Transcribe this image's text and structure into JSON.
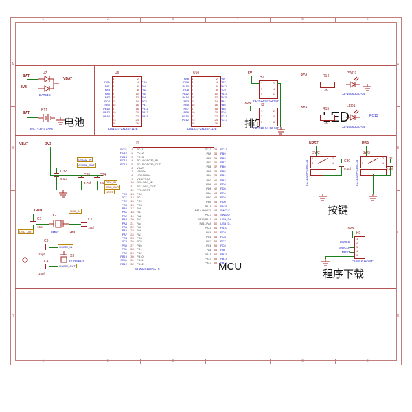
{
  "frame": {
    "cols": [
      "1",
      "2",
      "3",
      "4",
      "5",
      "6"
    ],
    "rows": [
      "A",
      "B",
      "C",
      "D"
    ]
  },
  "sections": {
    "battery": {
      "label": "电池"
    },
    "headers": {
      "label": "排针"
    },
    "led": {
      "label": "LED"
    },
    "mcu": {
      "label": "MCU"
    },
    "keys": {
      "label": "按键"
    },
    "download": {
      "label": "程序下载"
    }
  },
  "battery": {
    "u7": {
      "ref": "U7",
      "part": "BAT54C",
      "in1": "BAT",
      "in2": "3V3",
      "out": "VBAT"
    },
    "bt1": {
      "ref": "BT1",
      "part": "BS-12-B3AA005",
      "net": "BAT"
    }
  },
  "u9": {
    "ref": "U9",
    "part": "DS1021-2x13SF11-B",
    "rows": [
      {
        "l": "",
        "a": "1",
        "b": "2",
        "r": ""
      },
      {
        "l": "PC1",
        "a": "3",
        "b": "4",
        "r": "PC0"
      },
      {
        "l": "PA1",
        "a": "5",
        "b": "6",
        "r": "PA0"
      },
      {
        "l": "PA3",
        "a": "7",
        "b": "8",
        "r": "PA2"
      },
      {
        "l": "PA5",
        "a": "9",
        "b": "10",
        "r": "PA4"
      },
      {
        "l": "PA7",
        "a": "11",
        "b": "12",
        "r": "PA6"
      },
      {
        "l": "PC4",
        "a": "13",
        "b": "14",
        "r": "PC5"
      },
      {
        "l": "PB0",
        "a": "15",
        "b": "16",
        "r": "PB1"
      },
      {
        "l": "PB10",
        "a": "17",
        "b": "18",
        "r": "PB11"
      },
      {
        "l": "PB12",
        "a": "19",
        "b": "20",
        "r": "PB13"
      },
      {
        "l": "PB14",
        "a": "21",
        "b": "22",
        "r": "PB15"
      },
      {
        "l": "",
        "a": "23",
        "b": "24",
        "r": ""
      },
      {
        "l": "",
        "a": "25",
        "b": "26",
        "r": ""
      }
    ]
  },
  "u10": {
    "ref": "U10",
    "part": "DS1021-2x13SF11-B",
    "rows": [
      {
        "l": "PA8",
        "a": "1",
        "b": "2",
        "r": "PA9"
      },
      {
        "l": "PC6",
        "a": "3",
        "b": "4",
        "r": "PC7"
      },
      {
        "l": "PA10",
        "a": "5",
        "b": "6",
        "r": "PA11"
      },
      {
        "l": "PC8",
        "a": "7",
        "b": "8",
        "r": "PC9"
      },
      {
        "l": "PA12",
        "a": "9",
        "b": "10",
        "r": "PA13"
      },
      {
        "l": "PA14",
        "a": "11",
        "b": "12",
        "r": "PA15"
      },
      {
        "l": "PB3",
        "a": "13",
        "b": "14",
        "r": "PB4"
      },
      {
        "l": "PB5",
        "a": "15",
        "b": "16",
        "r": "PB6"
      },
      {
        "l": "PB7",
        "a": "17",
        "b": "18",
        "r": "PB8"
      },
      {
        "l": "PB9",
        "a": "19",
        "b": "20",
        "r": "PD2"
      },
      {
        "l": "PC10",
        "a": "21",
        "b": "22",
        "r": "PC11"
      },
      {
        "l": "PC12",
        "a": "23",
        "b": "24",
        "r": "PC13"
      },
      {
        "l": "",
        "a": "25",
        "b": "26",
        "r": ""
      }
    ]
  },
  "headers": {
    "h2": {
      "ref": "H2",
      "net": "5V"
    },
    "h3": {
      "ref": "H3",
      "net": "3V3"
    },
    "part": "FD-P22-54-02-03P",
    "rows": [
      {
        "a": "1",
        "b": "2"
      },
      {
        "a": "3",
        "b": "4"
      },
      {
        "a": "5",
        "b": "6"
      }
    ]
  },
  "led": {
    "r1": {
      "net": "3V3",
      "rref": "R14",
      "rval": "1k",
      "dref": "PWR1",
      "part": "XL-1608UGC-04"
    },
    "r2": {
      "net": "3V3",
      "rref": "R15",
      "rval": "1k",
      "dref": "LED1",
      "part": "XL-1608UGC-04",
      "out": "PC13"
    }
  },
  "mcu": {
    "u1": {
      "ref": "U1",
      "part": "STM32F103RCT6",
      "left": [
        {
          "n": "1",
          "p": "PC11",
          "e": "PC11"
        },
        {
          "n": "2",
          "p": "PC12",
          "e": "PC12"
        },
        {
          "n": "3",
          "p": "PC13",
          "e": "PC13"
        },
        {
          "n": "4",
          "p": "PC14-OSC32_IN",
          "e": "PC14"
        },
        {
          "n": "5",
          "p": "PC15-OSC32_OUT",
          "e": "PC15"
        },
        {
          "n": "6",
          "p": "VBAT",
          "e": ""
        },
        {
          "n": "7",
          "p": "VREF+",
          "e": ""
        },
        {
          "n": "8",
          "p": "VDD/VDDA",
          "e": ""
        },
        {
          "n": "9",
          "p": "VSS/VSSA",
          "e": ""
        },
        {
          "n": "10",
          "p": "PF0-OSC_IN",
          "e": ""
        },
        {
          "n": "11",
          "p": "PF1-OSC_OUT",
          "e": ""
        },
        {
          "n": "12",
          "p": "PF2-NRST",
          "e": ""
        },
        {
          "n": "13",
          "p": "PC0",
          "e": "PC0"
        },
        {
          "n": "14",
          "p": "PC1",
          "e": "PC1"
        },
        {
          "n": "15",
          "p": "PC2",
          "e": "PC2"
        },
        {
          "n": "16",
          "p": "PC3",
          "e": "PC3"
        },
        {
          "n": "17",
          "p": "PA0",
          "e": "PA0"
        },
        {
          "n": "18",
          "p": "PA1",
          "e": "PA1"
        },
        {
          "n": "19",
          "p": "PA2",
          "e": "PA2"
        },
        {
          "n": "20",
          "p": "PA3",
          "e": "PA3"
        },
        {
          "n": "21",
          "p": "PA4",
          "e": "PA4"
        },
        {
          "n": "22",
          "p": "PA5",
          "e": "PA5"
        },
        {
          "n": "23",
          "p": "PA6",
          "e": "PA6"
        },
        {
          "n": "24",
          "p": "PA7",
          "e": "PA7"
        },
        {
          "n": "25",
          "p": "PC4",
          "e": "PC4"
        },
        {
          "n": "26",
          "p": "PC5",
          "e": "PC5"
        },
        {
          "n": "27",
          "p": "PB0",
          "e": "PB0"
        },
        {
          "n": "28",
          "p": "PB1",
          "e": "PB1"
        },
        {
          "n": "29",
          "p": "PB2",
          "e": "PB2"
        },
        {
          "n": "30",
          "p": "PB10",
          "e": "PB10"
        },
        {
          "n": "31",
          "p": "PB11",
          "e": "PB11"
        },
        {
          "n": "32",
          "p": "PB12",
          "e": "PB12"
        }
      ],
      "right": [
        {
          "n": "33",
          "p": "PC10",
          "e": "PC10"
        },
        {
          "n": "34",
          "p": "PB9",
          "e": "PB9"
        },
        {
          "n": "35",
          "p": "PB8",
          "e": "PB8"
        },
        {
          "n": "36",
          "p": "PB7",
          "e": "PB7"
        },
        {
          "n": "37",
          "p": "PB6",
          "e": "PB6"
        },
        {
          "n": "38",
          "p": "PB5",
          "e": "PB5"
        },
        {
          "n": "39",
          "p": "PB4",
          "e": "PB4"
        },
        {
          "n": "40",
          "p": "PB3",
          "e": "PB3"
        },
        {
          "n": "41",
          "p": "PD8",
          "e": "PD8"
        },
        {
          "n": "42",
          "p": "PD6",
          "e": "PD6"
        },
        {
          "n": "43",
          "p": "PD4",
          "e": "PD4"
        },
        {
          "n": "44",
          "p": "PD2",
          "e": "PD2"
        },
        {
          "n": "45",
          "p": "PD0",
          "e": "PD0"
        },
        {
          "n": "46",
          "p": "PA15",
          "e": "PA15"
        },
        {
          "n": "47",
          "p": "PA14-BOOT0",
          "e": "SWCLK"
        },
        {
          "n": "48",
          "p": "PA13",
          "e": "SWDIO"
        },
        {
          "n": "49",
          "p": "PA12|PA10",
          "e": "USB_D+"
        },
        {
          "n": "50",
          "p": "PA11|PA9",
          "e": "USB_D-"
        },
        {
          "n": "51",
          "p": "PA10",
          "e": "PA10"
        },
        {
          "n": "52",
          "p": "PC9",
          "e": "PC9"
        },
        {
          "n": "53",
          "p": "PC8",
          "e": "PC8"
        },
        {
          "n": "54",
          "p": "PC7",
          "e": "PC7"
        },
        {
          "n": "55",
          "p": "PC6",
          "e": "PC6"
        },
        {
          "n": "56",
          "p": "PA8",
          "e": "PA8"
        },
        {
          "n": "57",
          "p": "PB15",
          "e": "PB15"
        },
        {
          "n": "58",
          "p": "PB14",
          "e": "PB14"
        },
        {
          "n": "59",
          "p": "PB13",
          "e": "PB13"
        }
      ]
    },
    "pwr": {
      "vbat": "VBAT",
      "v33": "3V3",
      "c32r": "C32",
      "c32v": "0.1uf",
      "c35r": "C35",
      "c35v": "4.7uf",
      "c34r": "C34",
      "c34v": "0.1uf",
      "osc32in": "OSC32_IN",
      "osc32out": "OSC32_OUT",
      "oscin": "OSC_IN",
      "oscout": "OSC_OUT",
      "nrst": "NRST"
    },
    "x2": {
      "gnd1": "GND",
      "oscin": "OSC_IN",
      "c1r": "C1",
      "c1v": "15pf",
      "ref": "X2",
      "part": "8MHz",
      "c2r": "C2",
      "c2v": "15pf",
      "oscout": "OSC_OUT",
      "gnd2": "GND"
    },
    "x3": {
      "c3r": "C3",
      "c3v": "15pf",
      "c4r": "C4",
      "c4v": "15pf",
      "ref": "X3",
      "part": "32.768KHz",
      "in": "OSC32_IN",
      "out": "OSC32_OUT"
    }
  },
  "keys": {
    "pins": [
      "1",
      "2",
      "3",
      "4"
    ],
    "sw2": {
      "net": "NRST",
      "ref": "SW2",
      "part": "K2-1102SP-C4SC-04",
      "cr": "C30",
      "cv": "0.1uf"
    },
    "sw3": {
      "net": "PB9",
      "ref": "SW3",
      "part": "K2-1102SP-C4SC-04",
      "cr": "C31",
      "cv": "0.1uf"
    }
  },
  "download": {
    "net": "3V3",
    "ref": "H1",
    "part": "PZ254V-11-05P",
    "pins": [
      "1",
      "2",
      "3",
      "4",
      "5"
    ],
    "signals": [
      "SWDIO",
      "SWCLK",
      "NRST"
    ]
  }
}
